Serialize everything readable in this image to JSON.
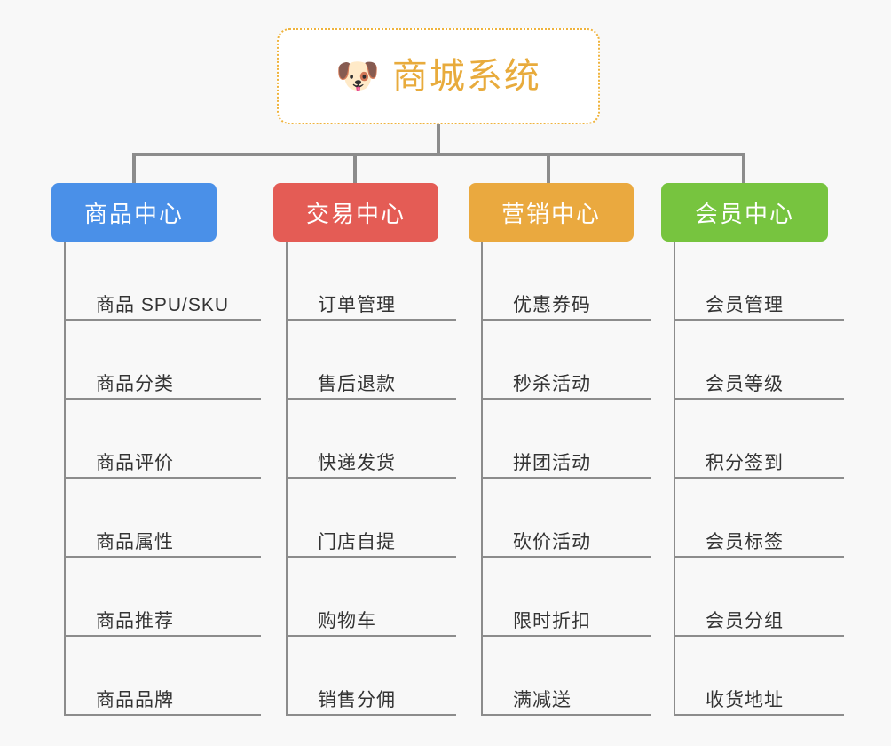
{
  "page": {
    "background_color": "#f8f8f8",
    "title": "商城系统 功能架构图"
  },
  "root": {
    "icon": "dog-face-emoji",
    "emoji": "🐶",
    "label": "商城系统",
    "text_color": "#e8ab3c",
    "border_color": "#efb33c",
    "background_color": "#ffffff"
  },
  "connector_color": "#8c8c8c",
  "branches": [
    {
      "id": "product-center",
      "label": "商品中心",
      "color": "#4a90e8",
      "items": [
        {
          "label": "商品 SPU/SKU"
        },
        {
          "label": "商品分类"
        },
        {
          "label": "商品评价"
        },
        {
          "label": "商品属性"
        },
        {
          "label": "商品推荐"
        },
        {
          "label": "商品品牌"
        }
      ]
    },
    {
      "id": "trade-center",
      "label": "交易中心",
      "color": "#e45c55",
      "items": [
        {
          "label": "订单管理"
        },
        {
          "label": "售后退款"
        },
        {
          "label": "快递发货"
        },
        {
          "label": "门店自提"
        },
        {
          "label": "购物车"
        },
        {
          "label": "销售分佣"
        }
      ]
    },
    {
      "id": "marketing-center",
      "label": "营销中心",
      "color": "#eaa93f",
      "items": [
        {
          "label": "优惠券码"
        },
        {
          "label": "秒杀活动"
        },
        {
          "label": "拼团活动"
        },
        {
          "label": "砍价活动"
        },
        {
          "label": "限时折扣"
        },
        {
          "label": "满减送"
        }
      ]
    },
    {
      "id": "member-center",
      "label": "会员中心",
      "color": "#77c43f",
      "items": [
        {
          "label": "会员管理"
        },
        {
          "label": "会员等级"
        },
        {
          "label": "积分签到"
        },
        {
          "label": "会员标签"
        },
        {
          "label": "会员分组"
        },
        {
          "label": "收货地址"
        }
      ]
    }
  ]
}
